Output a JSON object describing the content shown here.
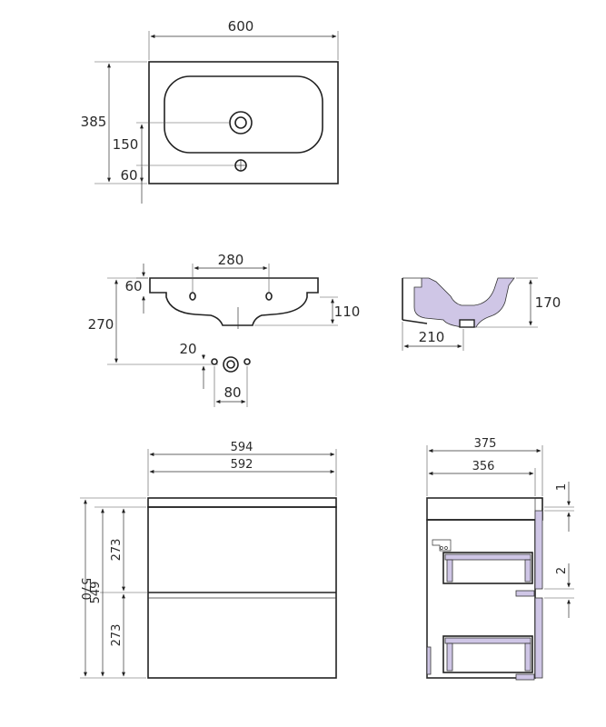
{
  "colors": {
    "line": "#222222",
    "text": "#2a2a2a",
    "section_fill": "#cfc6e6",
    "background": "#ffffff"
  },
  "top_view": {
    "width": "600",
    "depth": "385",
    "drain_offset": "150",
    "tap_offset": "60"
  },
  "front_view": {
    "tap_spacing": "280",
    "lip_height": "60",
    "drain_depth": "110",
    "total_height": "270",
    "hole_offset": "20",
    "hole_spacing": "80"
  },
  "section_view": {
    "height": "170",
    "depth": "210"
  },
  "cabinet_front": {
    "top_width": "594",
    "body_width": "592",
    "overall_height": "570",
    "body_height": "549",
    "upper_drawer": "273",
    "lower_drawer": "273"
  },
  "cabinet_side": {
    "top_depth": "375",
    "body_depth": "356",
    "gap_top": "1",
    "gap_middle": "2"
  }
}
